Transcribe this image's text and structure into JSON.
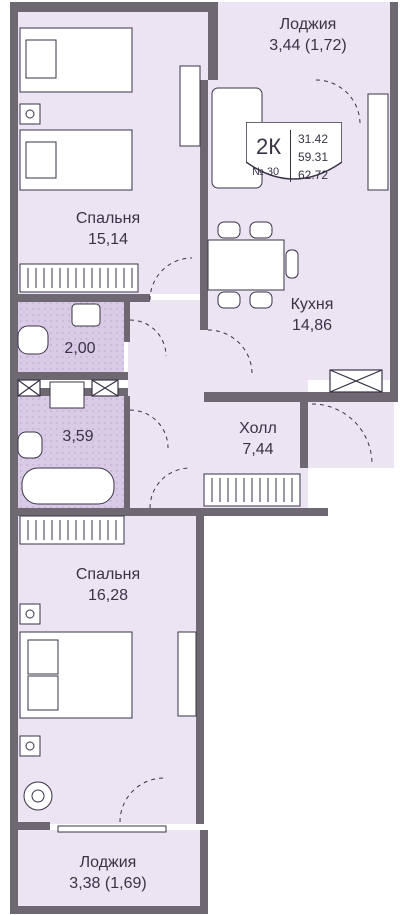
{
  "rooms": {
    "loggia_top": {
      "name": "Лоджия",
      "area": "3,44 (1,72)"
    },
    "bedroom_top": {
      "name": "Спальня",
      "area": "15,14"
    },
    "kitchen": {
      "name": "Кухня",
      "area": "14,86"
    },
    "wc": {
      "area": "2,00"
    },
    "bath": {
      "area": "3,59"
    },
    "hall": {
      "name": "Холл",
      "area": "7,44"
    },
    "bedroom_bottom": {
      "name": "Спальня",
      "area": "16,28"
    },
    "loggia_bottom": {
      "name": "Лоджия",
      "area": "3,38 (1,69)"
    }
  },
  "apartment": {
    "type": "2К",
    "number": "№ 30",
    "areas": [
      "31.42",
      "59.31",
      "62.72"
    ]
  },
  "colors": {
    "wall": "#6e6872",
    "floor": "#ece4f3",
    "tile": "#d9cbe6",
    "line": "#3a3346",
    "badge": "#ffffff"
  }
}
